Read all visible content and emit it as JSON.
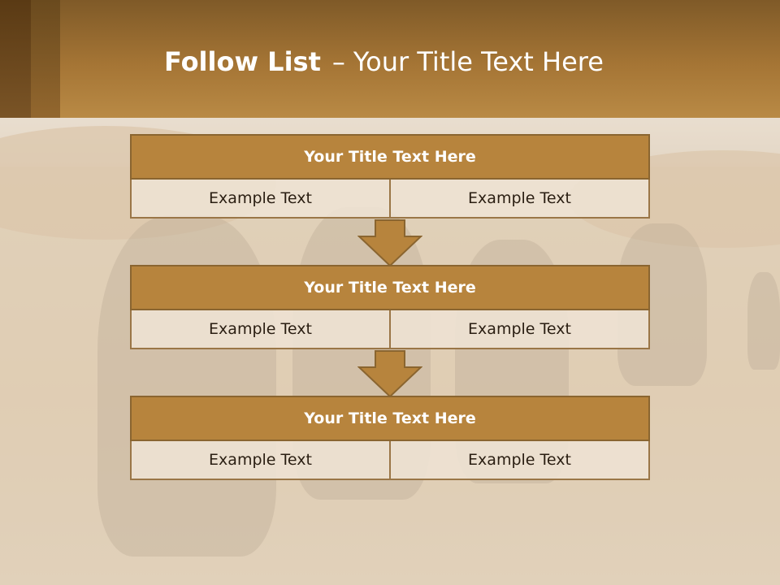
{
  "slide": {
    "title_bold": "Follow List",
    "title_separator": "–",
    "title_rest": "Your Title Text Here"
  },
  "steps": [
    {
      "title": "Your Title Text Here",
      "left": "Example Text",
      "right": "Example Text"
    },
    {
      "title": "Your Title Text Here",
      "left": "Example Text",
      "right": "Example Text"
    },
    {
      "title": "Your Title Text Here",
      "left": "Example Text",
      "right": "Example Text"
    }
  ],
  "colors": {
    "header_brown": "#a57535",
    "box_title_fill": "#b7843d",
    "box_border": "#8a6530",
    "cell_fill": "#eee2d4",
    "arrow_fill": "#b7843d"
  }
}
